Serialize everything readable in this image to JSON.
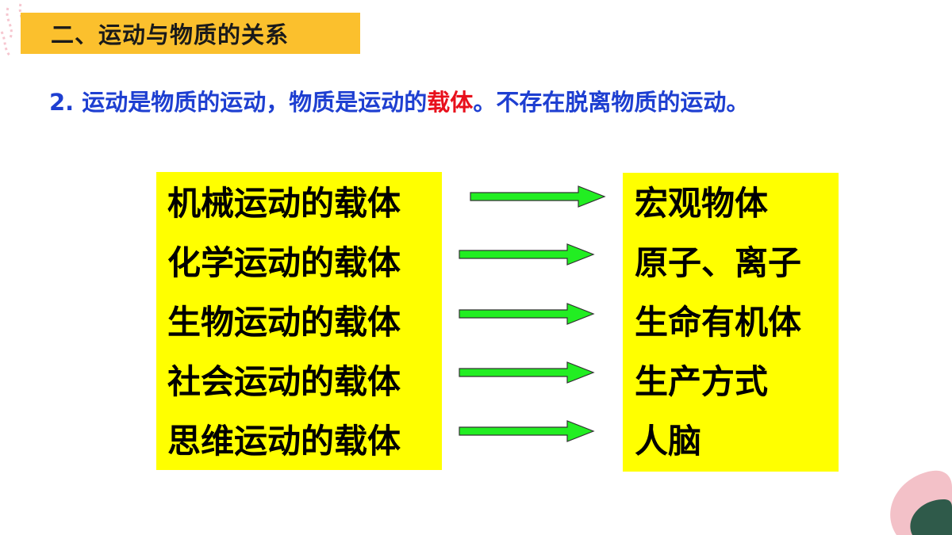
{
  "title": "二、运动与物质的关系",
  "statement": {
    "before": "2. 运动是物质的运动，物质是运动的",
    "highlight": "载体",
    "after": "。不存在脱离物质的运动。"
  },
  "pairs": [
    {
      "left": "机械运动的载体",
      "right": "宏观物体"
    },
    {
      "left": "化学运动的载体",
      "right": "原子、离子"
    },
    {
      "left": "生物运动的载体",
      "right": "生命有机体"
    },
    {
      "left": "社会运动的载体",
      "right": "生产方式"
    },
    {
      "left": "思维运动的载体",
      "right": "人脑"
    }
  ],
  "colors": {
    "title_bar": "#fbc02d",
    "statement": "#1e3fd1",
    "highlight": "#e8101c",
    "box": "#ffff00",
    "arrow": "#22ee22"
  }
}
